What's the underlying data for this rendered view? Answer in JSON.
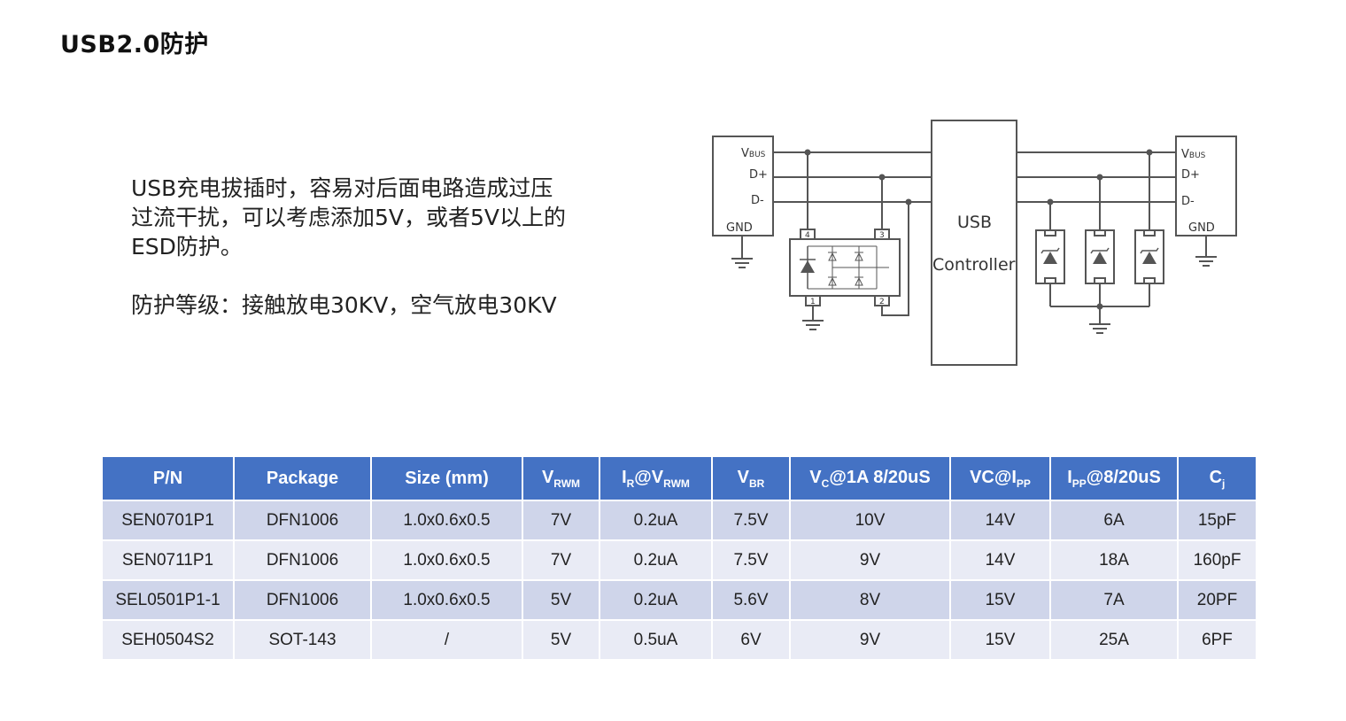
{
  "page": {
    "title": "USB2.0防护"
  },
  "description": {
    "paragraph1_lines": [
      "USB充电拔插时，容易对后面电路造成过压",
      "过流干扰，可以考虑添加5V，或者5V以上的",
      "ESD防护。"
    ],
    "paragraph2": "防护等级：接触放电30KV，空气放电30KV"
  },
  "diagram": {
    "left_connector": {
      "vbus_main": "V",
      "vbus_sub": "BUS",
      "dp": "D+",
      "dm": "D-",
      "gnd": "GND"
    },
    "right_connector": {
      "vbus_main": "V",
      "vbus_sub": "BUS",
      "dp": "D+",
      "dm": "D-",
      "gnd": "GND"
    },
    "controller": {
      "line1": "USB",
      "line2": "Controller"
    },
    "ic_pins": [
      "4",
      "3",
      "1",
      "2"
    ]
  },
  "table": {
    "headers": [
      {
        "main": "P/N",
        "sub": "",
        "rest": ""
      },
      {
        "main": "Package",
        "sub": "",
        "rest": ""
      },
      {
        "main": "Size (mm)",
        "sub": "",
        "rest": ""
      },
      {
        "main": "V",
        "sub": "RWM",
        "rest": ""
      },
      {
        "main": "I",
        "sub": "R",
        "rest": "@V",
        "sub2": "RWM"
      },
      {
        "main": "V",
        "sub": "BR",
        "rest": ""
      },
      {
        "main": "V",
        "sub": "C",
        "rest": "@1A 8/20uS"
      },
      {
        "main": "VC@I",
        "sub": "PP",
        "rest": ""
      },
      {
        "main": "I",
        "sub": "PP",
        "rest": "@8/20uS"
      },
      {
        "main": "C",
        "sub": "j",
        "rest": ""
      }
    ],
    "rows": [
      [
        "SEN0701P1",
        "DFN1006",
        "1.0x0.6x0.5",
        "7V",
        "0.2uA",
        "7.5V",
        "10V",
        "14V",
        "6A",
        "15pF"
      ],
      [
        "SEN0711P1",
        "DFN1006",
        "1.0x0.6x0.5",
        "7V",
        "0.2uA",
        "7.5V",
        "9V",
        "14V",
        "18A",
        "160pF"
      ],
      [
        "SEL0501P1-1",
        "DFN1006",
        "1.0x0.6x0.5",
        "5V",
        "0.2uA",
        "5.6V",
        "8V",
        "15V",
        "7A",
        "20PF"
      ],
      [
        "SEH0504S2",
        "SOT-143",
        "/",
        "5V",
        "0.5uA",
        "6V",
        "9V",
        "15V",
        "25A",
        "6PF"
      ]
    ]
  },
  "colors": {
    "header_bg": "#4472c4",
    "row_odd": "#cfd5ea",
    "row_even": "#e9ebf5"
  }
}
